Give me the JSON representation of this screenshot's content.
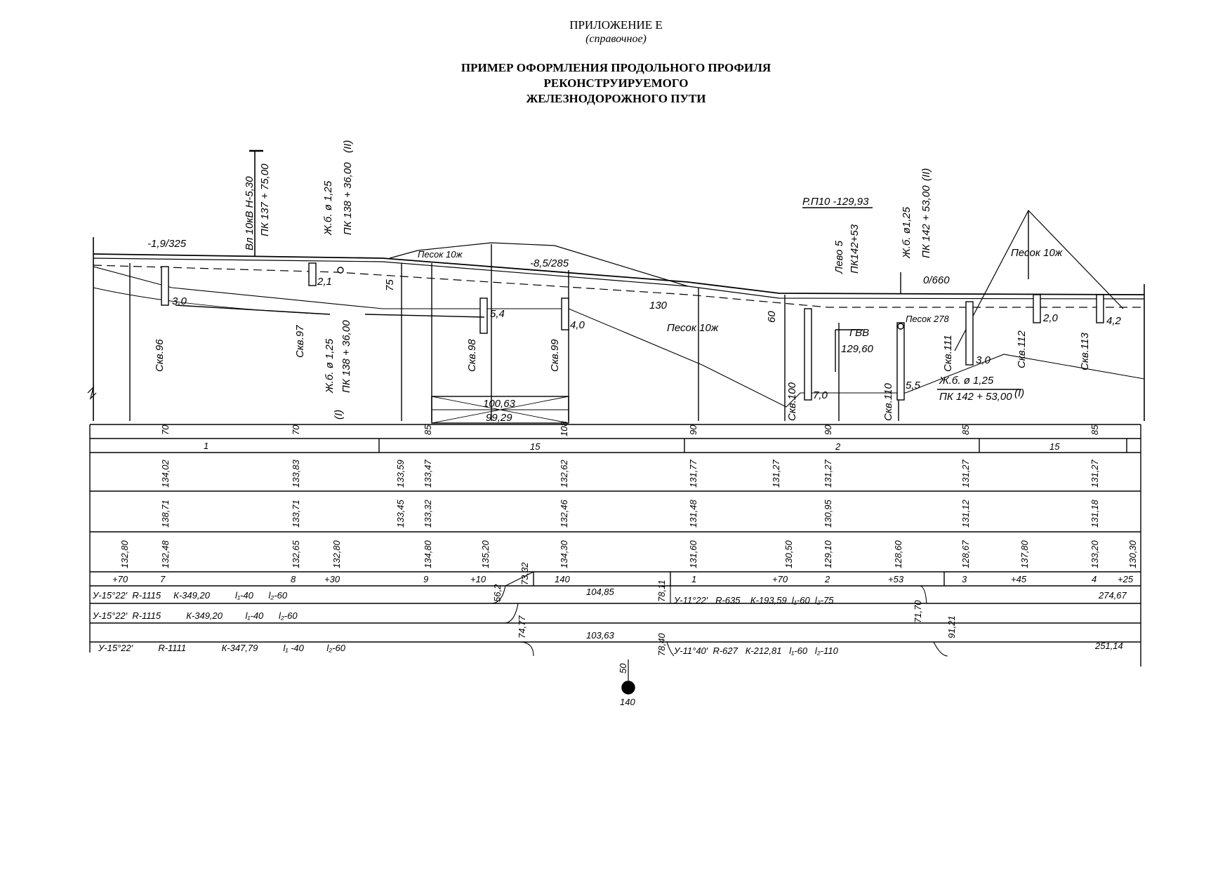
{
  "header": {
    "appendix": "ПРИЛОЖЕНИЕ Е",
    "kind": "(справочное)",
    "title_lines": [
      "ПРИМЕР ОФОРМЛЕНИЯ ПРОДОЛЬНОГО ПРОФИЛЯ",
      "РЕКОНСТРУИРУЕМОГО",
      "ЖЕЛЕЗНОДОРОЖНОГО ПУТИ"
    ]
  },
  "profile": {
    "top_annotations": {
      "line_label": "Вл 10кВ H-5,30",
      "line_pk": "ПК 137 + 75,00",
      "pipe1_label": "Ж.б. ø 1,25",
      "pipe1_pk": "ПК 138 + 36,00",
      "pipe1_track": "(II)",
      "benchmark_label": "Р.П10 -129,93",
      "left_label": "Лево 5",
      "left_pk": "ПК142+53",
      "pipe2_label": "Ж.б. ø1,25",
      "pipe2_pk": "ПК 142 + 53,00",
      "pipe2_track": "(II)"
    },
    "slope_labels": [
      "-1,9/325",
      "-8,5/285",
      "0/660"
    ],
    "soil_labels": [
      "Песок 10ж",
      "Песок 10ж",
      "Песок 10ж",
      "Песок 278"
    ],
    "boreholes": [
      {
        "name": "Скв.96",
        "depth": "3,0"
      },
      {
        "name": "Скв.97",
        "depth": "2,1"
      },
      {
        "name": "Скв.98",
        "depth": "5,4"
      },
      {
        "name": "Скв.99",
        "depth": "4,0"
      },
      {
        "name": "Скв.100",
        "depth": "7,0"
      },
      {
        "name": "Скв.110",
        "depth": "5,5"
      },
      {
        "name": "Скв.111",
        "depth": "3,0"
      },
      {
        "name": "Скв.112",
        "depth": "2,0"
      },
      {
        "name": "Скв.113",
        "depth": "4,2"
      }
    ],
    "pipe_lower": {
      "label": "Ж.б. ø 1,25",
      "pk": "ПК 138 + 36,00",
      "track": "(I)"
    },
    "pipe_lower2": {
      "label": "Ж.б. ø 1,25",
      "pk": "ПК 142 + 53,00",
      "track": "(I)"
    },
    "bridge": {
      "top": "100,63",
      "bottom": "99,29"
    },
    "gvv": {
      "label": "ГВВ",
      "value": "129,60"
    },
    "misc_numbers": {
      "n75": "75",
      "n130": "130",
      "n60": "60"
    },
    "distances": [
      "70",
      "70",
      "85",
      "108",
      "90",
      "90",
      "85",
      "85"
    ],
    "grades": [
      "1",
      "15",
      "2",
      "15"
    ],
    "row_design": [
      "134,02",
      "133,83",
      "133,59",
      "133,47",
      "132,62",
      "131,77",
      "131,27",
      "131,27",
      "131,27",
      "131,27"
    ],
    "row_existing": [
      "138,71",
      "133,71",
      "133,45",
      "133,32",
      "132,46",
      "131,48",
      "130,95",
      "131,12",
      "131,18"
    ],
    "row_ground": [
      "132,80",
      "132,48",
      "132,65",
      "132,80",
      "134,80",
      "135,20",
      "134,30",
      "131,60",
      "130,50",
      "129,10",
      "128,60",
      "128,67",
      "137,80",
      "133,20",
      "130,30"
    ],
    "row_pickets": [
      "+70",
      "7",
      "8",
      "+30",
      "9",
      "+10",
      "140",
      "1",
      "+70",
      "2",
      "+53",
      "3",
      "+45",
      "4",
      "+25"
    ],
    "straights": {
      "s1": "73,32",
      "s2": "104,85",
      "s3": "78,11",
      "s4": "274,67",
      "s5": "56,2",
      "s6": "74,77",
      "s7": "71,70",
      "s8": "103,63",
      "s9": "78,40",
      "s10": "91,21",
      "s11": "251,14"
    },
    "curves_row1": {
      "left": "У-15°22′  R-1115     К-349,20          l₁-40      l₂-60",
      "right": "У-11°22′   R-635    К-193,59  l₁-60  l₂-75"
    },
    "curves_row2": {
      "left": "У-15°22′  R-1115          К-349,20         l₁-40      l₂-60"
    },
    "curves_row3": {
      "left": "У-15°22′          R-1111              К-347,79          l₁ -40         l₂-60",
      "right": "У-11°40′  R-627   К-212,81   l₁-60   l₂-110"
    },
    "km_mark": {
      "top": "50",
      "bottom": "140"
    }
  }
}
